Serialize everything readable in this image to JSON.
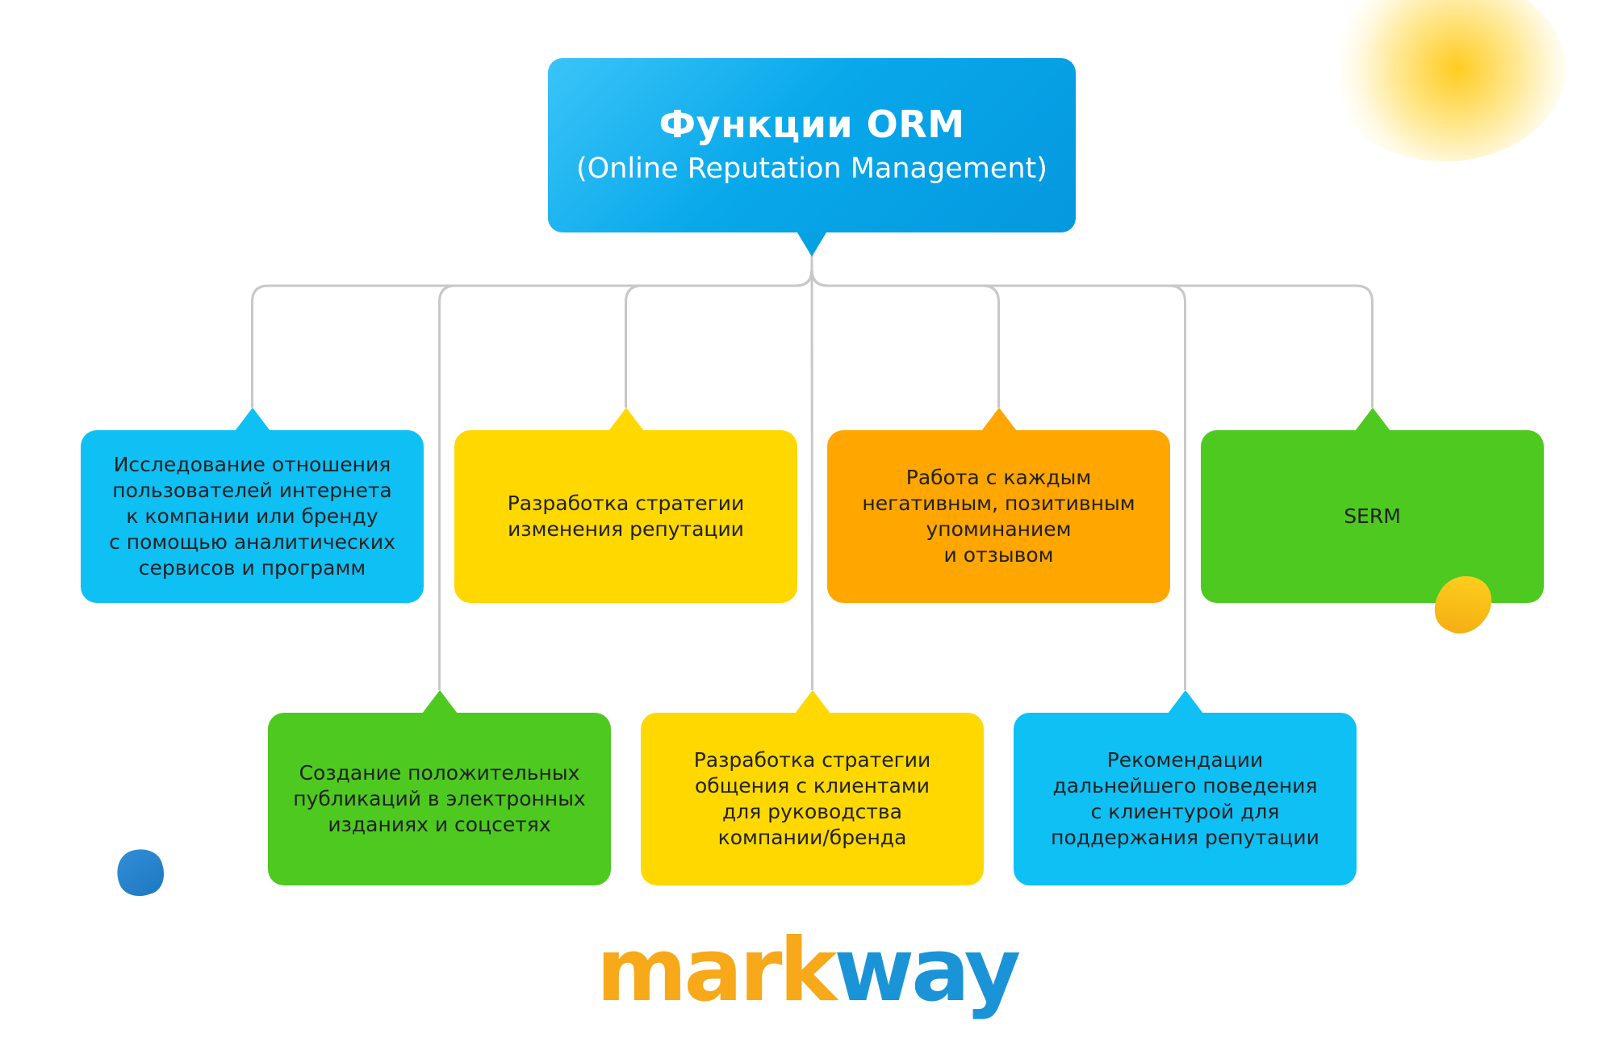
{
  "root": {
    "title": "Функции ORM",
    "subtitle": "(Online Reputation Management)",
    "color": "#0aa8ea"
  },
  "functions": [
    {
      "id": "research",
      "text": "Исследование отношения\nпользователей интернета\nк компании или бренду\nс помощью аналитических\nсервисов и программ",
      "color": "#0fc0f5"
    },
    {
      "id": "positive-publications",
      "text": "Создание положительных\nпубликаций в электронных\nизданиях и соцсетях",
      "color": "#4ec920"
    },
    {
      "id": "reputation-strategy",
      "text": "Разработка стратегии\nизменения репутации",
      "color": "#ffd800"
    },
    {
      "id": "communication-strategy",
      "text": "Разработка стратегии\nобщения с клиентами\nдля руководства\nкомпании/бренда",
      "color": "#ffd800"
    },
    {
      "id": "mentions-reviews",
      "text": "Работа с каждым\nнегативным, позитивным\nупоминанием\nи отзывом",
      "color": "#ffa600"
    },
    {
      "id": "recommendations",
      "text": "Рекомендации\nдальнейшего поведения\nс клиентурой для\nподдержания репутации",
      "color": "#0fc0f5"
    },
    {
      "id": "serm",
      "text": "SERM",
      "color": "#4ec920"
    }
  ],
  "logo": {
    "part1": "mark",
    "part2": "way",
    "color1": "#f7a91a",
    "color2": "#1a94d6"
  },
  "text_color": "#222222",
  "connector_color": "#c8c8c8"
}
